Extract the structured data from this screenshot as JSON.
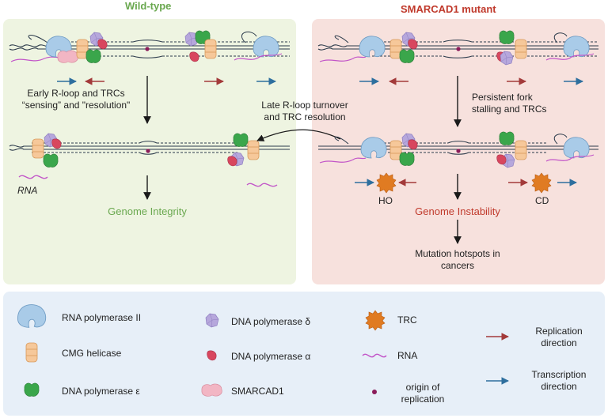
{
  "titles": {
    "wild_type": "Wild-type",
    "mutant": "SMARCAD1 mutant"
  },
  "wild_type": {
    "step1_line1": "Early R-loop and TRCs",
    "step1_line2": "“sensing” and \"resolution\"",
    "rna_label": "RNA",
    "outcome": "Genome Integrity"
  },
  "transfer": {
    "line1": "Late R-loop turnover",
    "line2": "and TRC resolution"
  },
  "mutant": {
    "step1_line1": "Persistent fork",
    "step1_line2": "stalling and TRCs",
    "ho_label": "HO",
    "cd_label": "CD",
    "outcome": "Genome Instability",
    "final_line1": "Mutation hotspots in",
    "final_line2": "cancers"
  },
  "legend": {
    "rnap2": "RNA polymerase II",
    "cmg": "CMG helicase",
    "pol_epsilon": "DNA polymerase ε",
    "pol_delta": "DNA polymerase δ",
    "pol_alpha": "DNA polymerase α",
    "smarcad1": "SMARCAD1",
    "trc": "TRC",
    "rna": "RNA",
    "origin_line1": "origin of",
    "origin_line2": "replication",
    "replication_line1": "Replication",
    "replication_line2": "direction",
    "transcription_line1": "Transcription",
    "transcription_line2": "direction"
  },
  "colors": {
    "wild_type_title": "#6aa84f",
    "mutant_title": "#c0392b",
    "integrity": "#6aa84f",
    "instability": "#c0392b",
    "replication_arrow": "#a33a3a",
    "transcription_arrow": "#2e6f9e",
    "dna": "#2b3a4a",
    "rnap2": "#a9cbe8",
    "cmg": "#f6c89a",
    "pol_epsilon": "#3aa64b",
    "pol_delta": "#b6a7dc",
    "pol_alpha": "#d8465e",
    "smarcad1": "#f2b6c4",
    "trc": "#e07b22",
    "rna": "#c255c8",
    "origin": "#8b1c5a"
  }
}
